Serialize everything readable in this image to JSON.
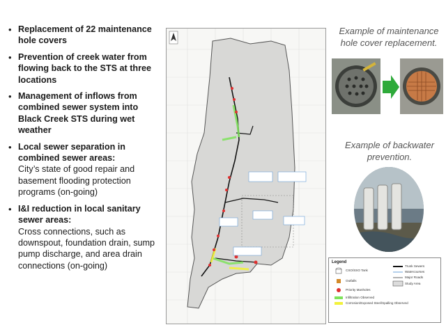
{
  "bullets": [
    {
      "head": "Replacement of 22 maintenance hole covers",
      "sub": ""
    },
    {
      "head": "Prevention of creek water from flowing back to the STS at three locations",
      "sub": ""
    },
    {
      "head": "Management of inflows from combined  sewer system  into Black  Creek STS  during wet weather",
      "sub": ""
    },
    {
      "head": "Local sewer separation in combined sewer areas:",
      "sub": "City’s state of good repair and basement flooding protection programs (on-going)"
    },
    {
      "head": "I&I reduction in local sanitary sewer areas:",
      "sub": "Cross connections, such as downspout, foundation drain, sump pump discharge, and area drain connections (on-going)"
    }
  ],
  "captions": {
    "cover": "Example of maintenance hole cover replacement.",
    "backwater": "Example of backwater prevention."
  },
  "legend": {
    "title": "Legend",
    "items": [
      {
        "label": "CSO/SSO Tank"
      },
      {
        "label": "Trunk Sewers"
      },
      {
        "label": "Watercourses"
      },
      {
        "label": "Outfalls"
      },
      {
        "label": "Major Roads"
      },
      {
        "label": "Priority Manholes"
      },
      {
        "label": "Study Area"
      },
      {
        "label": "Infiltration Observed"
      },
      {
        "label": "Corrosion/Exposed Steel/Spalling Observed"
      }
    ]
  },
  "colors": {
    "infiltration": "#7ee35a",
    "corrosion": "#f2f23a",
    "priority": "#e03030",
    "arrow": "#2eaa3a",
    "study_area": "#dcdcdc"
  }
}
